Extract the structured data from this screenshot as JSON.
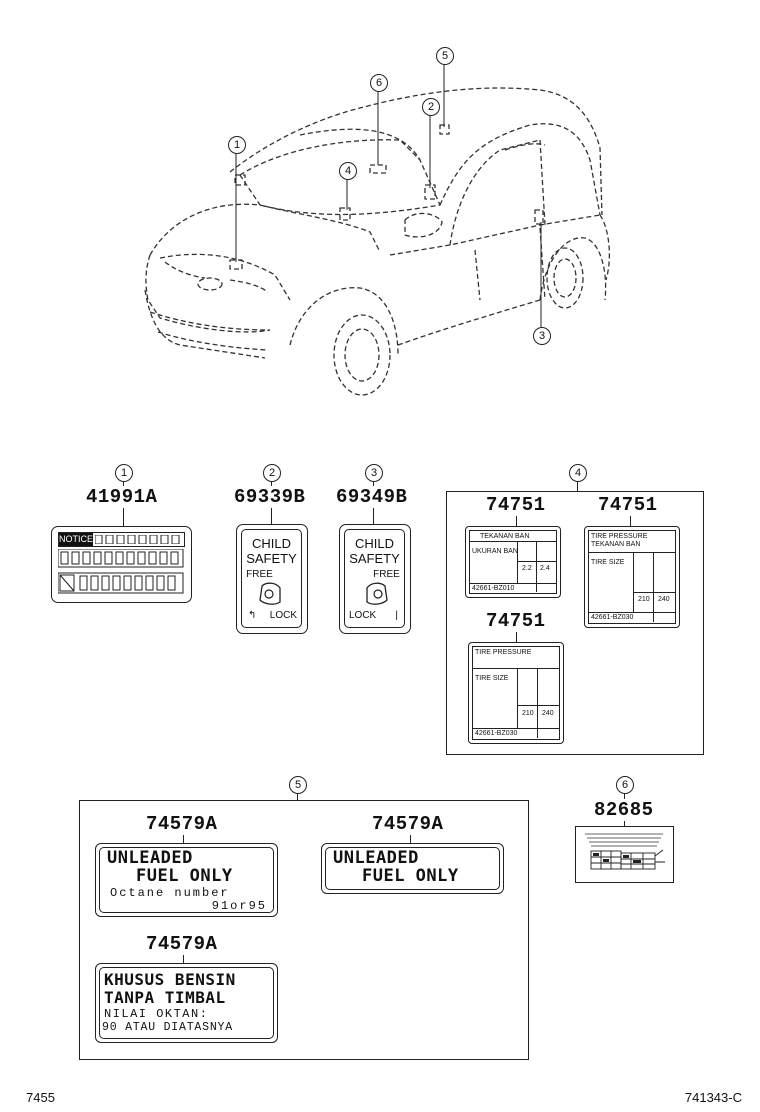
{
  "callouts": [
    "1",
    "2",
    "3",
    "4",
    "5",
    "6"
  ],
  "parts": {
    "p1": "41991A",
    "p2": "69339B",
    "p3": "69349B",
    "p4": "74751",
    "p5": "74579A",
    "p6": "82685"
  },
  "notice_label": {
    "heading": "NOTICE"
  },
  "child_safety": {
    "line1": "CHILD",
    "line2": "SAFETY",
    "free": "FREE",
    "lock": "LOCK"
  },
  "tire_labels": {
    "a_title": "TEKANAN BAN",
    "a_size": "UKURAN BAN",
    "a_code": "42661-BZ010",
    "a_v1": "2.2",
    "a_v2": "2.4",
    "b_title1": "TIRE PRESSURE",
    "b_title2": "TEKANAN BAN",
    "b_size": "TIRE SIZE",
    "b_code": "42661-BZ030",
    "b_v1": "210",
    "b_v2": "240",
    "c_title1": "TIRE PRESSURE",
    "c_size": "TIRE SIZE",
    "c_code": "42661-BZ030",
    "c_v1": "210",
    "c_v2": "240"
  },
  "fuel_labels": {
    "en_line1": "UNLEADED",
    "en_line2": "FUEL ONLY",
    "en_line3": "Octane number",
    "en_line4": "91or95",
    "id_line1": "KHUSUS BENSIN",
    "id_line2": "TANPA TIMBAL",
    "id_line3": "NILAI OKTAN:",
    "id_line4": "90 ATAU DIATASNYA"
  },
  "footer": {
    "left": "7455",
    "right": "741343-C"
  }
}
